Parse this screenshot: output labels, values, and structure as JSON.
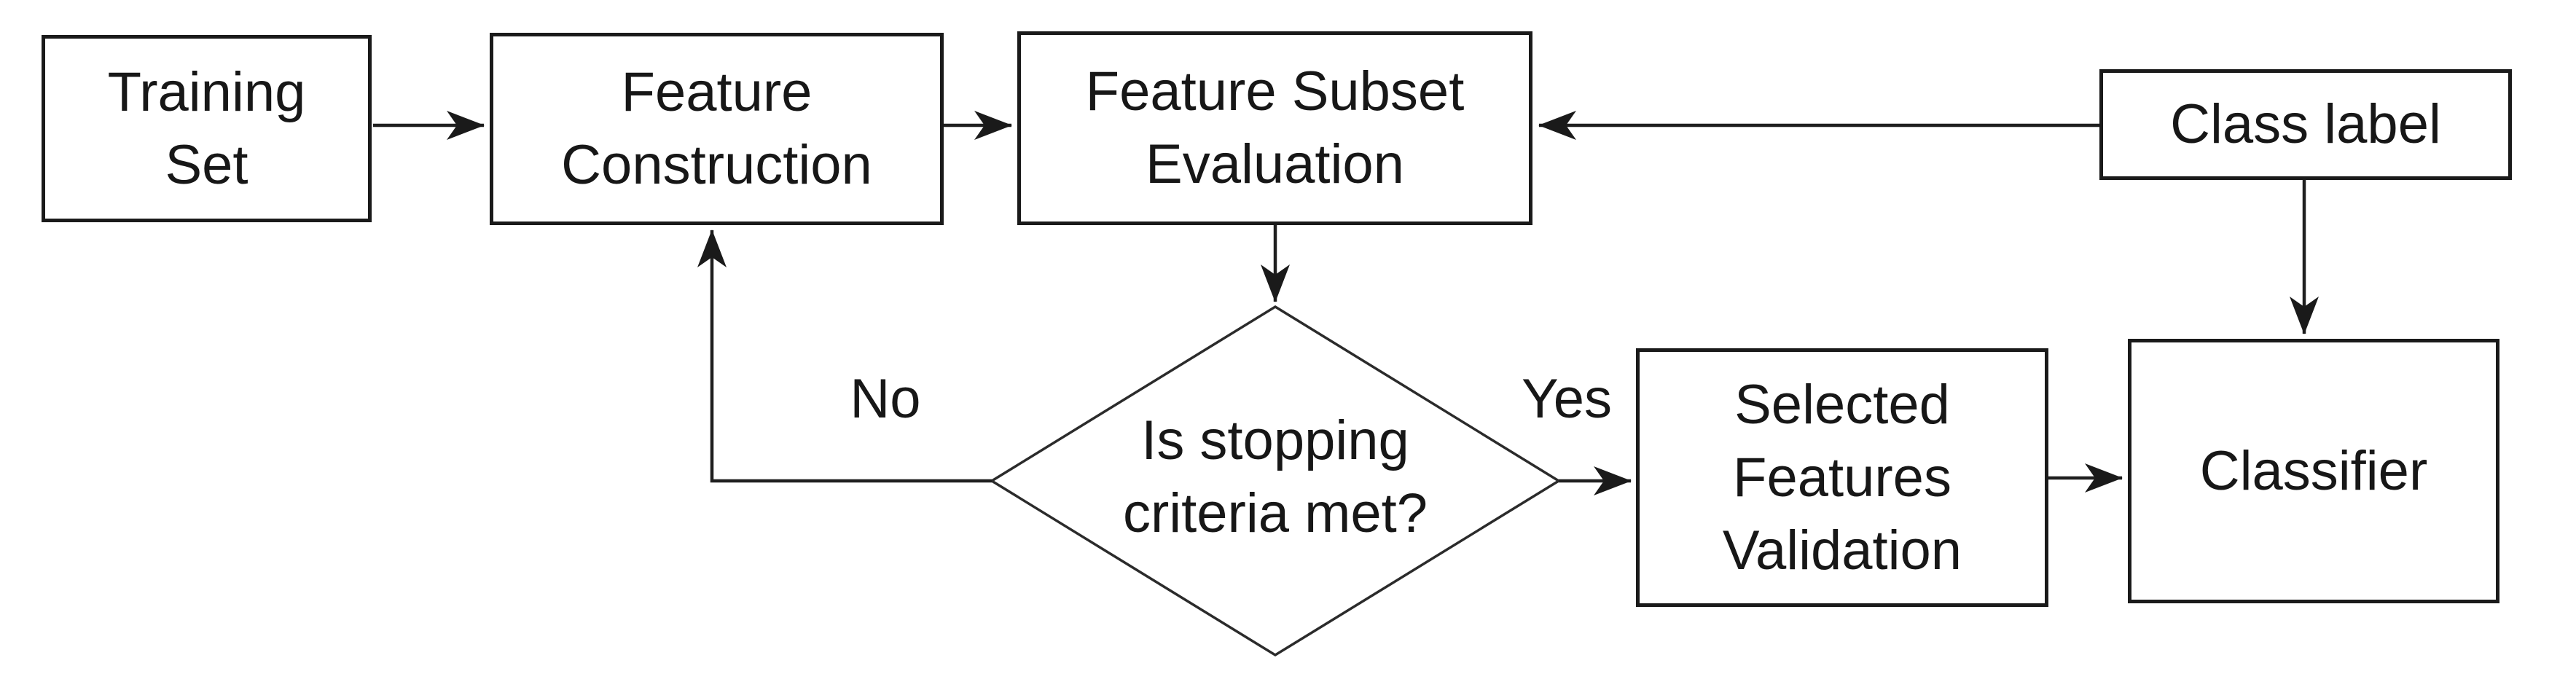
{
  "figure": {
    "background": "#ffffff",
    "line_color": "#1f1f1f",
    "text_color": "#171717",
    "nodes": {
      "training_set": {
        "label": "Training\nSet"
      },
      "feature_construction": {
        "label": "Feature\nConstruction"
      },
      "feature_subset_evaluation": {
        "label": "Feature Subset\nEvaluation"
      },
      "class_label": {
        "label": "Class label"
      },
      "stopping_criteria": {
        "label": "Is stopping\ncriteria met?"
      },
      "selected_features_validation": {
        "label": "Selected\nFeatures\nValidation"
      },
      "classifier": {
        "label": "Classifier"
      }
    },
    "edge_labels": {
      "no": "No",
      "yes": "Yes"
    },
    "edges": [
      {
        "from": "training_set",
        "to": "feature_construction",
        "label": ""
      },
      {
        "from": "feature_construction",
        "to": "feature_subset_evaluation",
        "label": ""
      },
      {
        "from": "class_label",
        "to": "feature_subset_evaluation",
        "label": ""
      },
      {
        "from": "feature_subset_evaluation",
        "to": "stopping_criteria",
        "label": ""
      },
      {
        "from": "stopping_criteria",
        "to": "feature_construction",
        "label": "No"
      },
      {
        "from": "stopping_criteria",
        "to": "selected_features_validation",
        "label": "Yes"
      },
      {
        "from": "selected_features_validation",
        "to": "classifier",
        "label": ""
      },
      {
        "from": "class_label",
        "to": "classifier",
        "label": ""
      }
    ]
  }
}
